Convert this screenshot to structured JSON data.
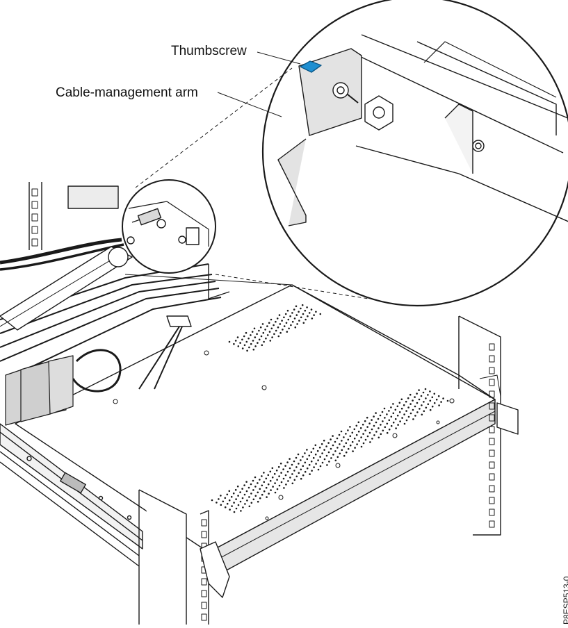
{
  "callouts": {
    "thumbscrew": "Thumbscrew",
    "cable_management_arm": "Cable-management arm"
  },
  "figure_id": "P8ESP513-0",
  "colors": {
    "line": "#1a1a1a",
    "metal_gray": "#d9d9d9",
    "thumbscrew_blue": "#1f8fd1"
  }
}
